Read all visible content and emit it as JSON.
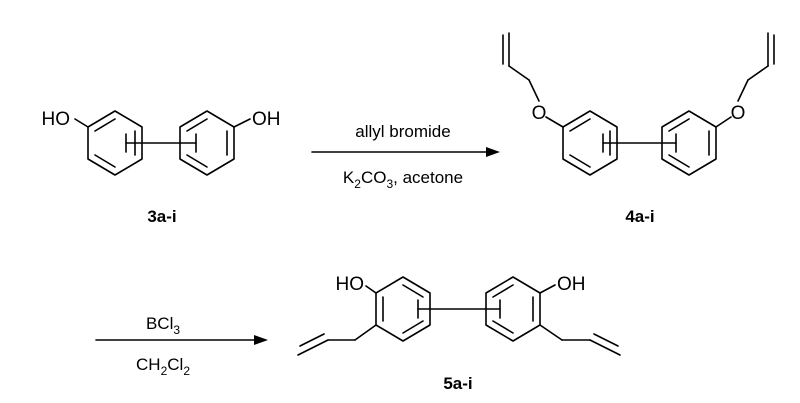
{
  "molecules": {
    "m3": {
      "label_left": "HO",
      "label_right": "OH",
      "id": "3a-i"
    },
    "m4": {
      "label_left": "O",
      "label_right": "O",
      "id": "4a-i"
    },
    "m5": {
      "label_left": "HO",
      "label_right": "OH",
      "id": "5a-i"
    }
  },
  "step1": {
    "above": "allyl bromide",
    "below": {
      "k": "K",
      "k_sub": "2",
      "co": "CO",
      "co_sub": "3",
      "tail": ", acetone"
    }
  },
  "step2": {
    "above": {
      "base": "BCl",
      "sub": "3"
    },
    "below": {
      "ch": "CH",
      "ch_sub": "2",
      "cl": "Cl",
      "cl_sub": "2"
    }
  },
  "colors": {
    "ink": "#000000",
    "background": "#ffffff"
  }
}
